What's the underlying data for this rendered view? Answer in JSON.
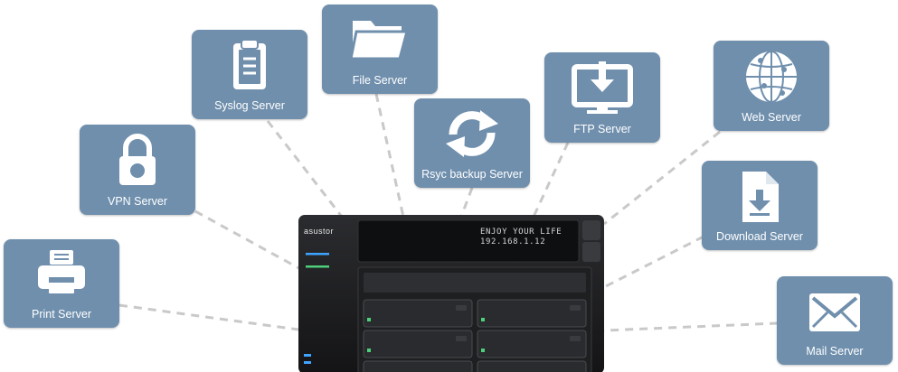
{
  "tiles": {
    "print": {
      "label": "Print Server"
    },
    "vpn": {
      "label": "VPN Server"
    },
    "syslog": {
      "label": "Syslog Server"
    },
    "file": {
      "label": "File  Server"
    },
    "rsync": {
      "label": "Rsyc backup Server"
    },
    "ftp": {
      "label": "FTP Server"
    },
    "web": {
      "label": "Web Server"
    },
    "download": {
      "label": "Download Server"
    },
    "mail": {
      "label": "Mail Server"
    }
  },
  "device": {
    "brand": "asustor",
    "lcd_line1": "ENJOY YOUR LIFE",
    "lcd_line2": "192.168.1.12"
  },
  "colors": {
    "tile": "#6f8fad",
    "connector": "#c9c9c9",
    "chassis": "#1b1c1e",
    "led": "#3fa3ff"
  }
}
